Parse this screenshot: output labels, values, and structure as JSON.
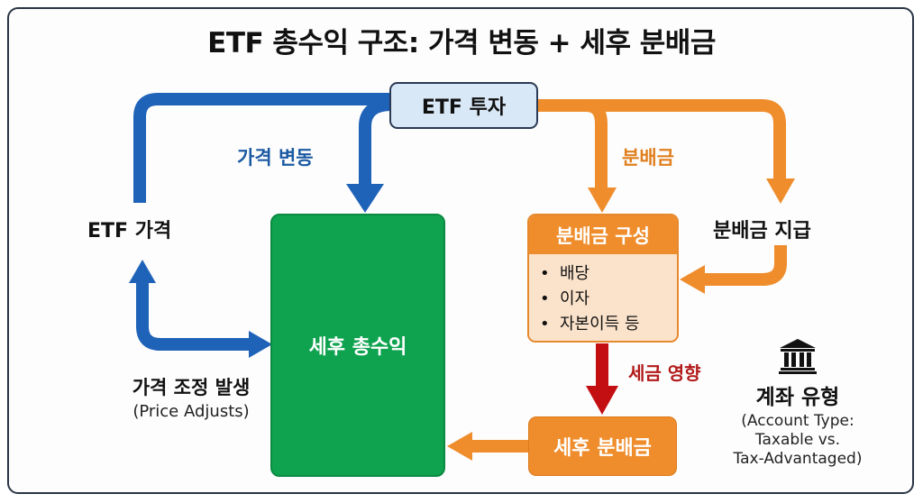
{
  "title": "ETF 총수익 구조: 가격 변동 + 세후 분배금",
  "nodes": {
    "etf_investment": "ETF 투자",
    "etf_price": "ETF 가격",
    "after_tax_total_return": "세후 총수익",
    "distribution_composition": {
      "header": "분배금 구성",
      "items": [
        "배당",
        "이자",
        "자본이득 등"
      ],
      "bullet": "•"
    },
    "distribution_payment": "분배금 지급",
    "after_tax_distribution": "세후 분배금",
    "price_adjustment": {
      "label": "가격 조정 발생",
      "sublabel": "(Price Adjusts)"
    },
    "account_type": {
      "icon": "bank-icon",
      "label": "계좌 유형",
      "sublabel_lines": [
        "(Account Type:",
        "Taxable vs.",
        "Tax-Advantaged)"
      ]
    }
  },
  "edge_labels": {
    "price_change": "가격 변동",
    "distribution": "분배금",
    "tax_effect": "세금 영향"
  },
  "colors": {
    "blue_arrow": "#1f63b8",
    "orange_arrow": "#ef8d2c",
    "red_arrow": "#c40f12",
    "green_box": "#0fa350",
    "etf_box": "#d9e8f6"
  }
}
